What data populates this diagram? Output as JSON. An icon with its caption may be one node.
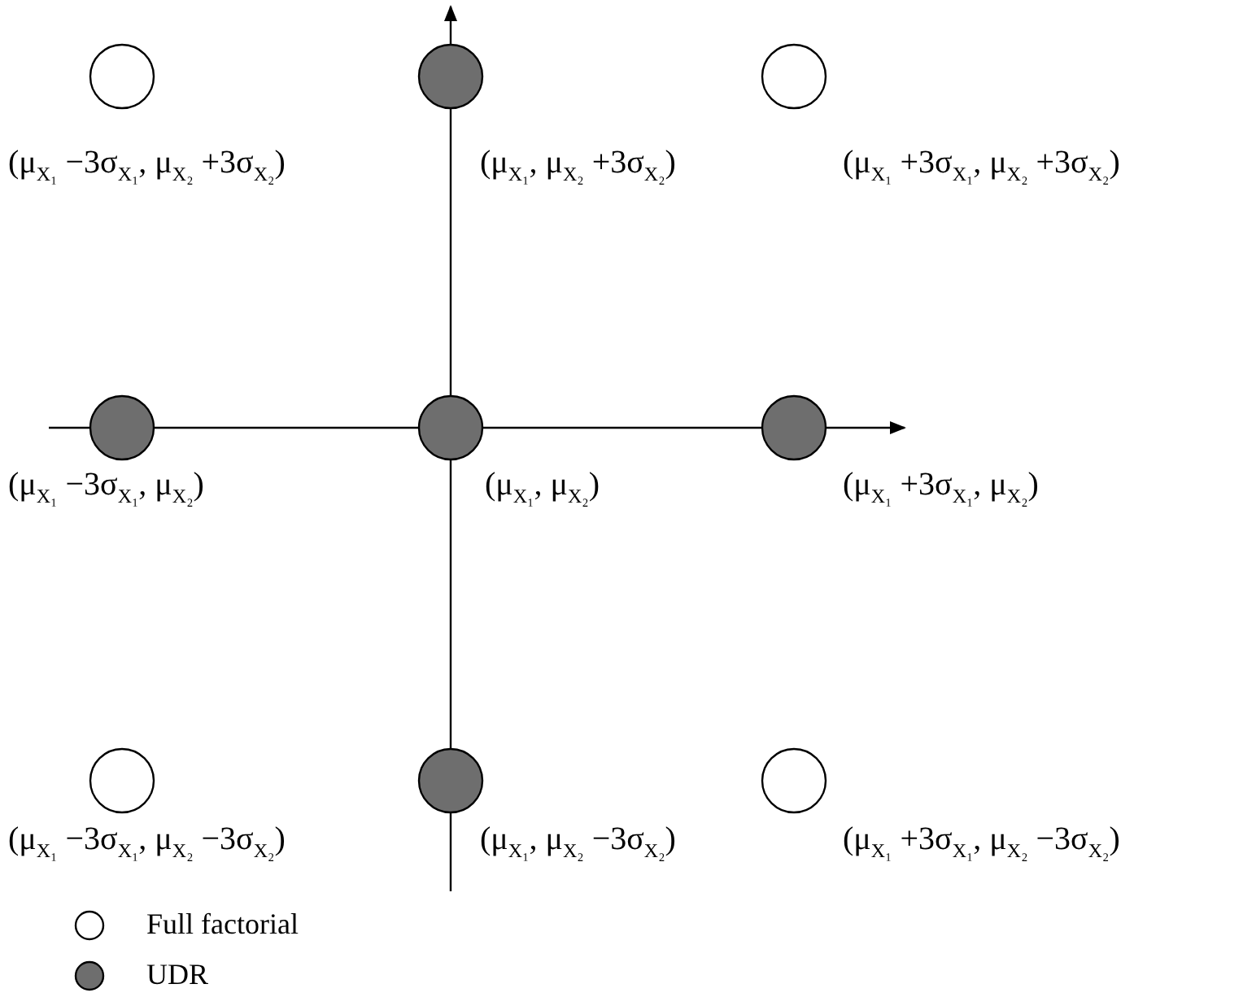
{
  "diagram": {
    "nodes": [
      {
        "text": [],
        "shape": "circle",
        "beside": [
          "(μ$_{X₁}$ −3σ$_{X₁}$, μ$_{X₂}$ +3σ$_{X₂}$)"
        ]
      },
      {
        "text": [],
        "shape": "circle",
        "beside": [
          "(μ$_{X₁}$, μ$_{X₂}$ +3σ$_{X₂}$)"
        ]
      },
      {
        "text": [],
        "shape": "circle",
        "beside": [
          "(μ$_{X₁}$ +3σ$_{X₁}$, μ$_{X₂}$ +3σ$_{X₂}$)"
        ]
      },
      {
        "text": [],
        "shape": "circle",
        "beside": [
          "(μ$_{X₁}$ −3σ$_{X₁}$, μ$_{X₂}$)"
        ]
      },
      {
        "text": [],
        "shape": "circle",
        "beside": [
          "(μ$_{X₁}$, μ$_{X₂}$)"
        ]
      },
      {
        "text": [],
        "shape": "circle",
        "beside": [
          "(μ$_{X₁}$ +3σ$_{X₁}$, μ$_{X₂}$)"
        ]
      },
      {
        "text": [],
        "shape": "circle",
        "beside": [
          "(μ$_{X₁}$ −3σ$_{X₁}$, μ$_{X₂}$ −3σ$_{X₂}$)"
        ]
      },
      {
        "text": [],
        "shape": "circle",
        "beside": [
          "(μ$_{X₁}$, μ$_{X₂}$ −3σ$_{X₂}$)"
        ]
      },
      {
        "text": [],
        "shape": "circle",
        "beside": [
          "(μ$_{X₁}$ +3σ$_{X₁}$, μ$_{X₂}$ −3σ$_{X₂}$)"
        ]
      }
    ],
    "legend": [
      {
        "text": "Full factorial"
      },
      {
        "text": "UDR"
      }
    ]
  }
}
